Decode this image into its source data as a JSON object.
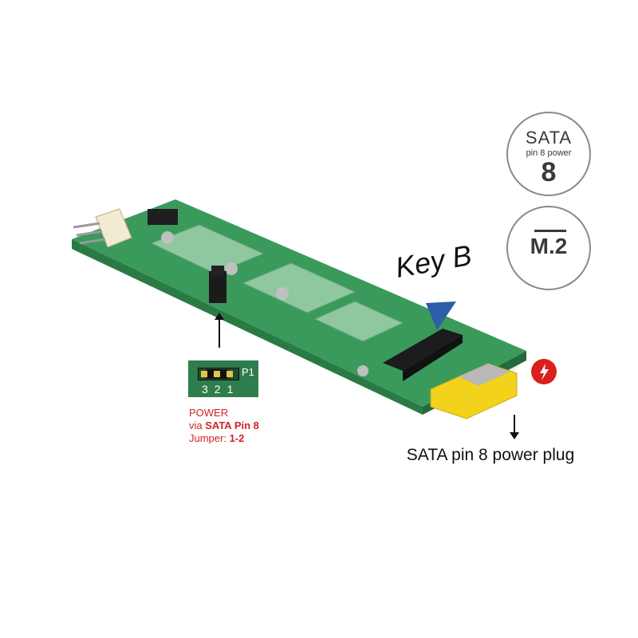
{
  "badges": {
    "sata": {
      "line1": "SATA",
      "line2": "pin 8 power",
      "line3": "8"
    },
    "m2": {
      "label": "M.2"
    }
  },
  "labels": {
    "key": "Key B",
    "plug": "SATA pin 8 power plug",
    "power_line1": "POWER",
    "power_line2_prefix": "via ",
    "power_line2_bold": "SATA Pin 8",
    "power_line3_prefix": "Jumper: ",
    "power_line3_bold": "1-2",
    "jumper_name": "P1",
    "pin_numbers": "321"
  },
  "colors": {
    "pcb": "#3a9a5c",
    "accent_red": "#d42027",
    "connector_yellow": "#f2d21b",
    "key_triangle": "#2b5ea8"
  },
  "icons": [
    "flash-icon",
    "sata-pin8-badge-icon",
    "m2-badge-icon"
  ]
}
